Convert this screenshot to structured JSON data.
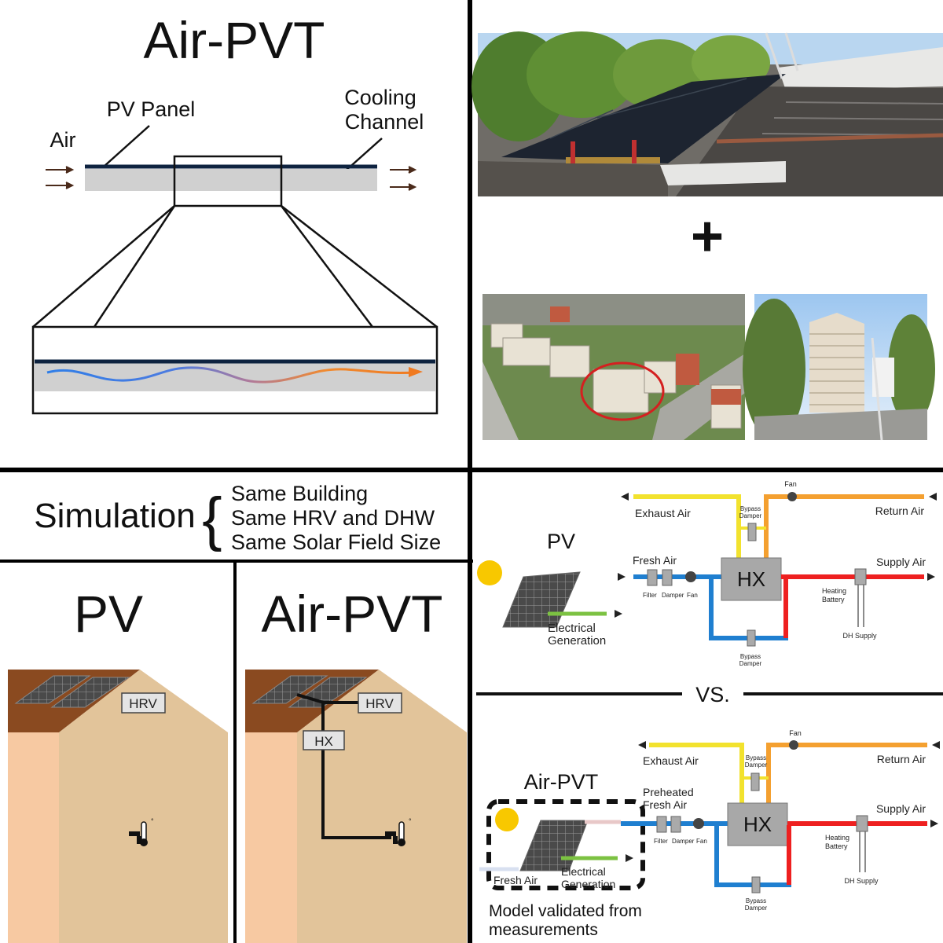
{
  "q1": {
    "title": "Air-PVT",
    "label_air": "Air",
    "label_pv_panel": "PV Panel",
    "label_cooling_1": "Cooling",
    "label_cooling_2": "Channel"
  },
  "q2": {
    "plus": "+"
  },
  "mid": {
    "simulation": "Simulation",
    "brace": "{",
    "items": [
      "Same Building",
      "Same HRV and DHW",
      "Same Solar Field Size"
    ],
    "vs": "VS."
  },
  "pv_building": {
    "title": "PV",
    "hrv": "HRV"
  },
  "pvt_building": {
    "title": "Air-PVT",
    "hrv": "HRV",
    "hx": "HX"
  },
  "schematic_pv": {
    "title": "PV",
    "exhaust_air": "Exhaust Air",
    "return_air": "Return Air",
    "fresh_air": "Fresh Air",
    "supply_air": "Supply Air",
    "fan_top": "Fan",
    "bypass_top_1": "Bypass",
    "bypass_top_2": "Damper",
    "hx": "HX",
    "filter": "Filter",
    "damper": "Damper",
    "fan": "Fan",
    "heating_1": "Heating",
    "heating_2": "Battery",
    "dh_supply": "DH Supply",
    "bypass_bot_1": "Bypass",
    "bypass_bot_2": "Damper",
    "elec_1": "Electrical",
    "elec_2": "Generation"
  },
  "schematic_pvt": {
    "title": "Air-PVT",
    "exhaust_air": "Exhaust Air",
    "return_air": "Return Air",
    "preheated_1": "Preheated",
    "preheated_2": "Fresh Air",
    "supply_air": "Supply Air",
    "fan_top": "Fan",
    "bypass_top_1": "Bypass",
    "bypass_top_2": "Damper",
    "hx": "HX",
    "filter": "Filter",
    "damper": "Damper",
    "fan": "Fan",
    "heating_1": "Heating",
    "heating_2": "Battery",
    "dh_supply": "DH Supply",
    "bypass_bot_1": "Bypass",
    "bypass_bot_2": "Damper",
    "fresh_air": "Fresh Air",
    "elec_1": "Electrical",
    "elec_2": "Generation",
    "validated_1": "Model validated from",
    "validated_2": "measurements"
  },
  "colors": {
    "exhaust": "#f2e22e",
    "return": "#f4a030",
    "fresh": "#1f7fd0",
    "supply": "#ee2020",
    "elec": "#7cc242",
    "sun": "#f8c800",
    "roof": "#8a4a20",
    "wall_front": "#f7c9a2",
    "wall_side": "#e2c49a"
  }
}
